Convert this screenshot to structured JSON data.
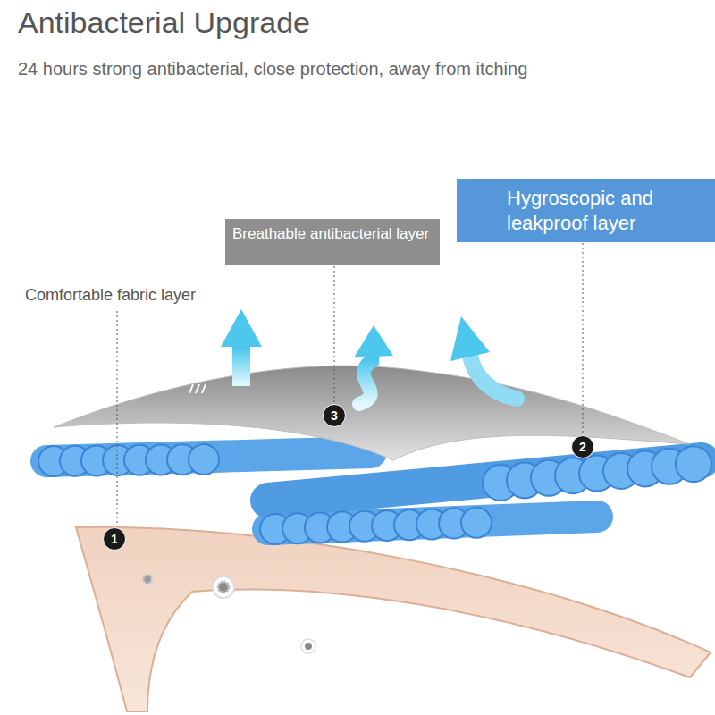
{
  "diagram": {
    "title": "Antibacterial Upgrade",
    "nodes": [
      {
        "text": [
          "Hygroscopic and leakproof layer"
        ]
      },
      {
        "text": [
          "Breathable antibacterial layer"
        ]
      },
      {
        "text": [
          "3"
        ]
      },
      {
        "text": [
          "2"
        ]
      },
      {
        "text": [
          "1"
        ]
      }
    ],
    "edges": [
      {
        "from": 1,
        "to": 2,
        "arrow": "none"
      },
      {
        "from": 0,
        "to": 3,
        "arrow": "none"
      }
    ],
    "labels": [
      "24 hours strong antibacterial, close protection, away from itching",
      "Comfortable fabric layer"
    ]
  }
}
